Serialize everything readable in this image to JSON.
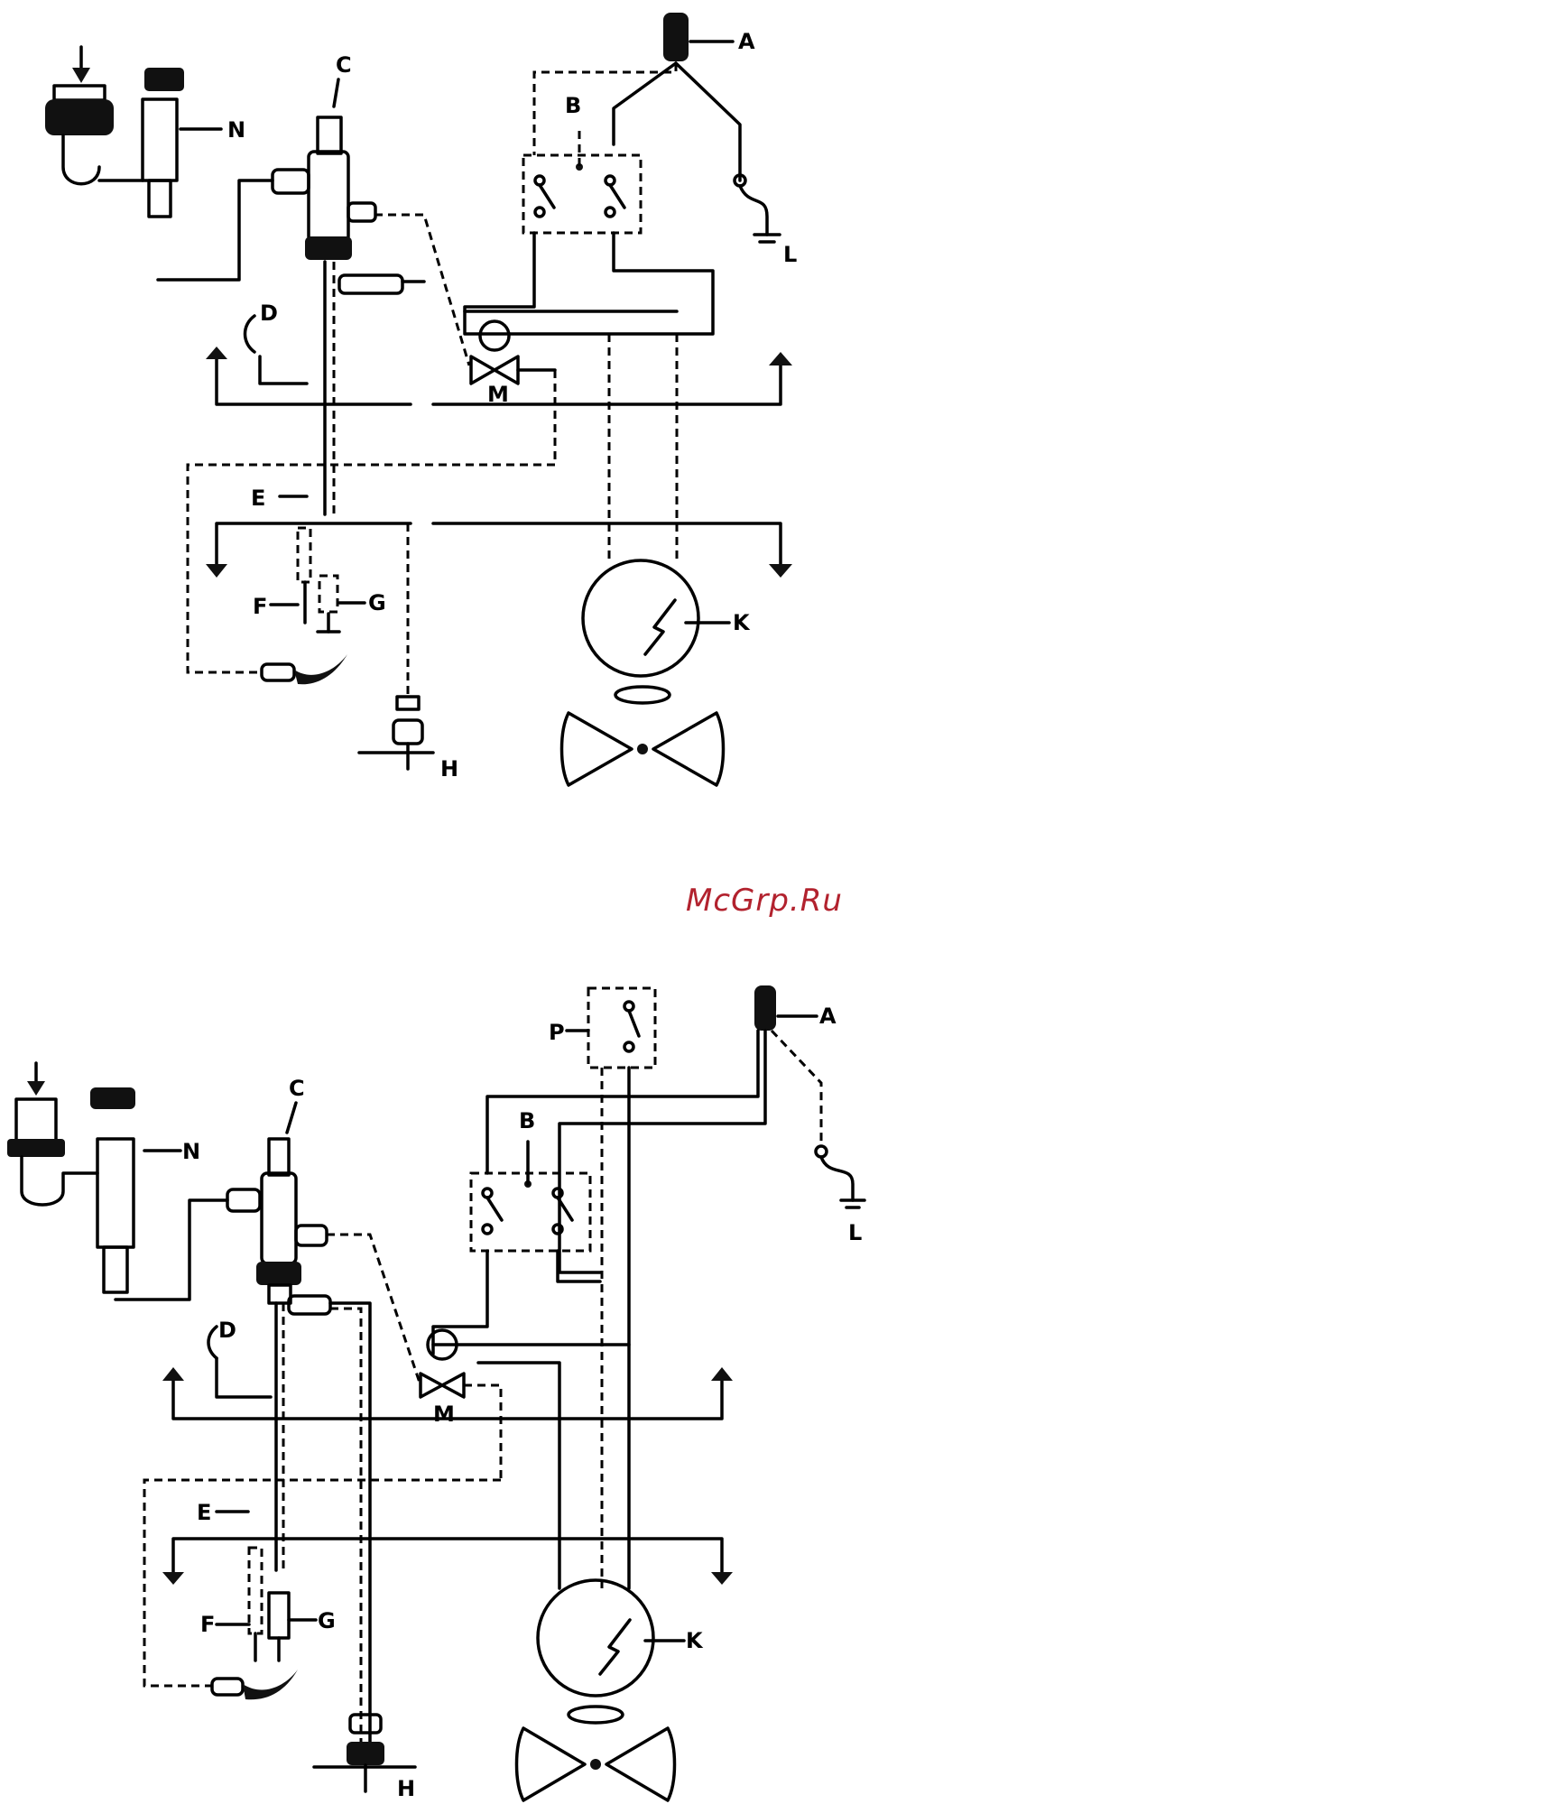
{
  "diagram_top": {
    "labels": {
      "A": "A",
      "B": "B",
      "C": "C",
      "D": "D",
      "E": "E",
      "F": "F",
      "G": "G",
      "H": "H",
      "K": "K",
      "L": "L",
      "M": "M",
      "N": "N"
    }
  },
  "diagram_bottom": {
    "labels": {
      "A": "A",
      "B": "B",
      "C": "C",
      "D": "D",
      "E": "E",
      "F": "F",
      "G": "G",
      "H": "H",
      "K": "K",
      "L": "L",
      "M": "M",
      "N": "N",
      "P": "P"
    }
  },
  "watermark": "McGrp.Ru"
}
